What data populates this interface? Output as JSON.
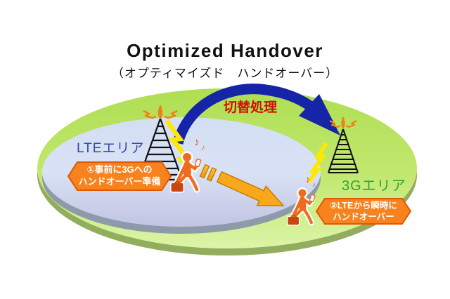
{
  "title": "Optimized Handover",
  "subtitle": "（オプティマイズド　ハンドオーバー）",
  "labels": {
    "switch_process": "切替処理",
    "lte_area": "LTEエリア",
    "g3_area": "3Gエリア"
  },
  "callouts": {
    "prepare": {
      "line1": "①事前に3Gへの",
      "line2": "ハンドオーバー準備"
    },
    "instant": {
      "line1": "②LTEから瞬時に",
      "line2": "ハンドオーバー"
    }
  },
  "icons": {
    "music_note": "♪"
  },
  "colors": {
    "outer_area_green_top": "#aede52",
    "outer_area_green_bottom": "#dcf4a8",
    "outer_rim_olive": "#93ad5e",
    "inner_area_top": "#d4def4",
    "inner_area_bottom": "#c2c4e2",
    "inner_rim_gray": "#8c9aa9",
    "arrow_blue": "#1624a8",
    "arrow_orange": "#f8a81a",
    "arrow_orange_border": "#c87d00",
    "callout_orange": "#f8821e",
    "callout_border": "#e05800",
    "switch_text_red": "#cc1100",
    "lte_label_blue": "#3847a6",
    "g3_label_green": "#2fa335",
    "lightning_yellow": "#ffe800",
    "person_orange": "#ef6c1e",
    "briefcase_orange": "#c9470f",
    "tower_black": "#111111",
    "antenna_orange": "#f08018"
  }
}
